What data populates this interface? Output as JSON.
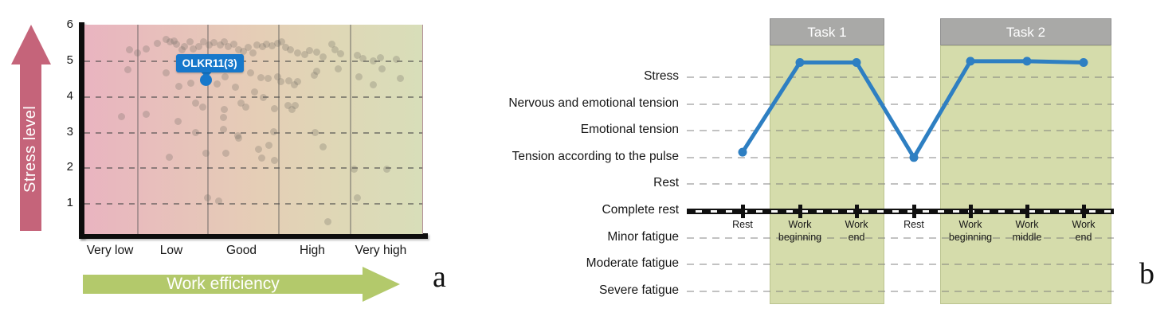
{
  "panel_a": {
    "letter": "a",
    "y_axis": {
      "label": "Stress level",
      "ticks": [
        "6",
        "5",
        "4",
        "3",
        "2",
        "1"
      ],
      "arrow_color": "#c5647a"
    },
    "x_axis": {
      "label": "Work efficiency",
      "categories": [
        "Very low",
        "Low",
        "Good",
        "High",
        "Very high"
      ],
      "arrow_color": "#b3c96b"
    },
    "tooltip_label": "OLKR11(3)",
    "colors": {
      "gradient_left": "#e9b4c0",
      "gradient_mid": "#e5ceb6",
      "gradient_right": "#d8deb9",
      "highlight_blue": "#1778cb"
    }
  },
  "panel_b": {
    "letter": "b",
    "y_categories": [
      "Stress",
      "Nervous and emotional tension",
      "Emotional tension",
      "Tension according to the pulse",
      "Rest",
      "Complete rest",
      "Minor fatigue",
      "Moderate fatigue",
      "Severe fatigue"
    ],
    "x_labels": [
      "Rest",
      "Work\nbeginning",
      "Work\nend",
      "Rest",
      "Work\nbeginning",
      "Work\nmiddle",
      "Work\nend"
    ],
    "tasks": [
      "Task 1",
      "Task 2"
    ],
    "colors": {
      "band_green": "#d5dcab",
      "header_gray": "#a9a9a7",
      "line_blue": "#2e7fc2"
    }
  },
  "chart_data": [
    {
      "type": "scatter",
      "panel": "a",
      "title": "",
      "xlabel": "Work efficiency",
      "ylabel": "Stress level",
      "x_categories": [
        "Very low",
        "Low",
        "Good",
        "High",
        "Very high"
      ],
      "xlim": [
        0,
        5
      ],
      "ylim": [
        0,
        6
      ],
      "y_ticks": [
        1,
        2,
        3,
        4,
        5,
        6
      ],
      "grid": "vertical solid at category boundaries, horizontal dashed at integer stress levels",
      "highlight_point": {
        "label": "OLKR11(3)",
        "x": 1.8,
        "y": 4.45
      },
      "points": [
        [
          0.67,
          5.3
        ],
        [
          0.79,
          5.22
        ],
        [
          0.91,
          5.33
        ],
        [
          1.08,
          5.48
        ],
        [
          1.21,
          5.6
        ],
        [
          1.27,
          5.53
        ],
        [
          1.33,
          5.55
        ],
        [
          1.36,
          5.46
        ],
        [
          1.45,
          5.3
        ],
        [
          1.48,
          5.4
        ],
        [
          1.56,
          5.53
        ],
        [
          1.61,
          5.33
        ],
        [
          1.69,
          5.4
        ],
        [
          1.76,
          5.53
        ],
        [
          1.85,
          5.44
        ],
        [
          1.92,
          5.51
        ],
        [
          2.01,
          5.44
        ],
        [
          2.07,
          5.53
        ],
        [
          2.13,
          5.4
        ],
        [
          2.21,
          5.46
        ],
        [
          2.28,
          5.3
        ],
        [
          2.35,
          5.26
        ],
        [
          2.42,
          5.37
        ],
        [
          2.49,
          5.22
        ],
        [
          2.55,
          5.44
        ],
        [
          2.64,
          5.4
        ],
        [
          2.69,
          5.46
        ],
        [
          2.78,
          5.42
        ],
        [
          2.86,
          5.48
        ],
        [
          2.92,
          5.53
        ],
        [
          2.98,
          5.37
        ],
        [
          3.05,
          5.3
        ],
        [
          3.16,
          5.22
        ],
        [
          3.26,
          5.17
        ],
        [
          3.33,
          5.28
        ],
        [
          3.44,
          5.24
        ],
        [
          3.53,
          5.1
        ],
        [
          3.66,
          5.46
        ],
        [
          3.71,
          5.3
        ],
        [
          3.79,
          5.19
        ],
        [
          4.04,
          5.15
        ],
        [
          4.12,
          5.06
        ],
        [
          4.27,
          4.99
        ],
        [
          4.38,
          5.08
        ],
        [
          4.62,
          5.04
        ],
        [
          0.64,
          4.75
        ],
        [
          1.21,
          4.66
        ],
        [
          1.4,
          4.28
        ],
        [
          1.58,
          4.37
        ],
        [
          1.96,
          4.34
        ],
        [
          2.08,
          4.54
        ],
        [
          2.24,
          4.25
        ],
        [
          2.46,
          4.66
        ],
        [
          2.61,
          4.52
        ],
        [
          2.72,
          4.5
        ],
        [
          2.86,
          4.54
        ],
        [
          2.91,
          4.41
        ],
        [
          3.02,
          4.43
        ],
        [
          3.11,
          4.32
        ],
        [
          3.16,
          4.41
        ],
        [
          3.4,
          4.59
        ],
        [
          3.44,
          4.7
        ],
        [
          3.75,
          4.77
        ],
        [
          4.06,
          4.54
        ],
        [
          4.27,
          4.32
        ],
        [
          4.4,
          4.77
        ],
        [
          4.67,
          4.5
        ],
        [
          1.64,
          3.81
        ],
        [
          1.75,
          3.69
        ],
        [
          2.07,
          3.63
        ],
        [
          2.32,
          3.81
        ],
        [
          2.39,
          3.69
        ],
        [
          2.52,
          4.12
        ],
        [
          2.65,
          3.96
        ],
        [
          2.81,
          3.65
        ],
        [
          3.01,
          3.74
        ],
        [
          3.07,
          3.63
        ],
        [
          3.12,
          3.74
        ],
        [
          0.55,
          3.43
        ],
        [
          0.91,
          3.49
        ],
        [
          1.38,
          3.29
        ],
        [
          1.64,
          2.98
        ],
        [
          2.06,
          3.4
        ],
        [
          2.06,
          3.07
        ],
        [
          2.27,
          2.89
        ],
        [
          2.8,
          3.0
        ],
        [
          2.28,
          2.82
        ],
        [
          2.58,
          2.51
        ],
        [
          2.73,
          2.62
        ],
        [
          2.62,
          2.26
        ],
        [
          2.81,
          2.19
        ],
        [
          3.41,
          2.98
        ],
        [
          3.53,
          2.57
        ],
        [
          4.48,
          1.95
        ],
        [
          1.25,
          2.28
        ],
        [
          1.8,
          2.4
        ],
        [
          2.09,
          2.4
        ],
        [
          1.82,
          1.14
        ],
        [
          1.99,
          1.05
        ],
        [
          3.99,
          1.95
        ],
        [
          4.04,
          1.14
        ],
        [
          3.6,
          0.47
        ]
      ]
    },
    {
      "type": "line",
      "panel": "b",
      "title": "",
      "y_scale_categories_top_to_bottom": [
        "Stress",
        "Nervous and emotional tension",
        "Emotional tension",
        "Tension according to the pulse",
        "Rest",
        "Complete rest",
        "Minor fatigue",
        "Moderate fatigue",
        "Severe fatigue"
      ],
      "y_value_mapping": "0 = Severe fatigue (bottom) ... 8 = Stress (top)",
      "baseline_category": "Complete rest",
      "x": [
        "Rest",
        "Work beginning",
        "Work end",
        "Rest",
        "Work beginning",
        "Work middle",
        "Work end"
      ],
      "values": [
        5.2,
        8.55,
        8.55,
        5.0,
        8.6,
        8.6,
        8.55
      ],
      "tasks": [
        {
          "label": "Task 1",
          "covers": [
            "Work beginning",
            "Work end"
          ]
        },
        {
          "label": "Task 2",
          "covers": [
            "Work beginning",
            "Work middle",
            "Work end"
          ]
        }
      ],
      "grid": "horizontal dashed at every category; solid black dashed baseline at Complete rest",
      "legend": "none"
    }
  ]
}
